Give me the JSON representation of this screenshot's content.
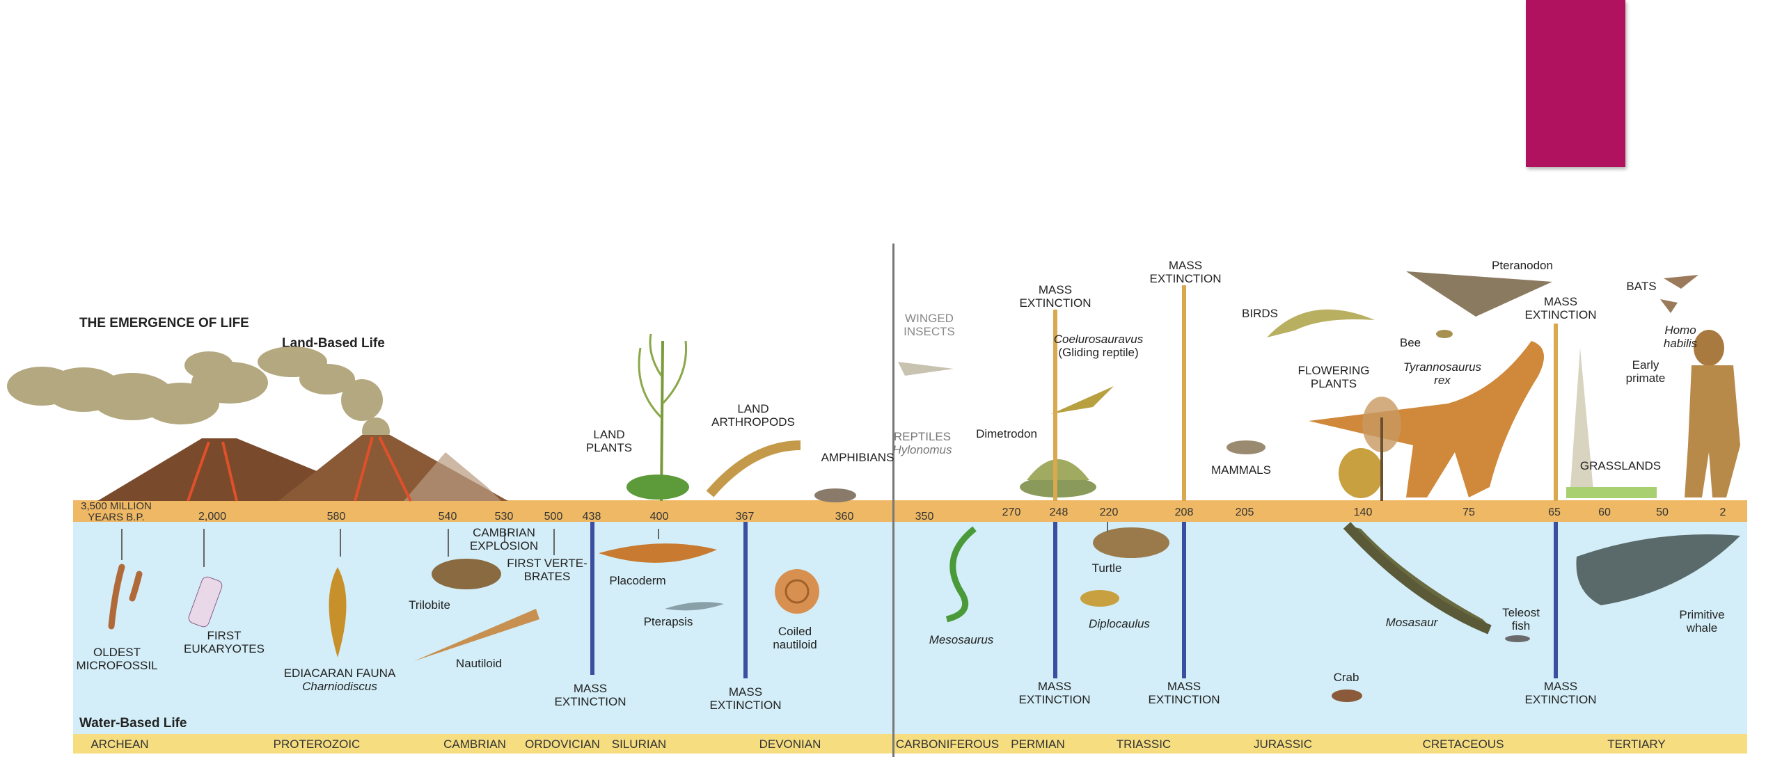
{
  "accent_color": "#b0125f",
  "colors": {
    "water": "#d3eef8",
    "timeline_band": "#eeb864",
    "era_band": "#f5dd80",
    "extinction_line": "#3b4fa0",
    "extinction_line_land": "#d9a84f"
  },
  "title": "THE EMERGENCE OF LIFE",
  "land_heading": "Land-Based Life",
  "water_heading": "Water-Based Life",
  "timeline": {
    "start_label_1": "3,500 MILLION",
    "start_label_2": "YEARS B.P.",
    "ticks": [
      "2,000",
      "580",
      "540",
      "530",
      "500",
      "438",
      "400",
      "367",
      "360",
      "350",
      "270",
      "248",
      "220",
      "208",
      "205",
      "140",
      "75",
      "65",
      "60",
      "50",
      "2"
    ]
  },
  "eras": [
    "ARCHEAN",
    "PROTEROZOIC",
    "CAMBRIAN",
    "ORDOVICIAN",
    "SILURIAN",
    "DEVONIAN",
    "CARBONIFEROUS",
    "PERMIAN",
    "TRIASSIC",
    "JURASSIC",
    "CRETACEOUS",
    "TERTIARY"
  ],
  "land_labels": {
    "land_plants_1": "LAND",
    "land_plants_2": "PLANTS",
    "land_arthropods_1": "LAND",
    "land_arthropods_2": "ARTHROPODS",
    "amphibians": "AMPHIBIANS",
    "winged_insects_1": "WINGED",
    "winged_insects_2": "INSECTS",
    "reptiles": "REPTILES",
    "hylonomus": "Hylonomus",
    "dimetrodon": "Dimetrodon",
    "mass_ext_1a": "MASS",
    "mass_ext_1b": "EXTINCTION",
    "coelurosauravus": "Coelurosauravus",
    "gliding_reptile": "(Gliding reptile)",
    "mass_ext_2a": "MASS",
    "mass_ext_2b": "EXTINCTION",
    "mammals": "MAMMALS",
    "birds": "BIRDS",
    "flowering_plants_1": "FLOWERING",
    "flowering_plants_2": "PLANTS",
    "pteranodon": "Pteranodon",
    "bee": "Bee",
    "tyrannosaurus": "Tyrannosaurus",
    "rex": "rex",
    "mass_ext_3a": "MASS",
    "mass_ext_3b": "EXTINCTION",
    "bats": "BATS",
    "homo": "Homo",
    "habilis": "habilis",
    "early_primate_1": "Early",
    "early_primate_2": "primate",
    "grasslands": "GRASSLANDS"
  },
  "water_labels": {
    "oldest_microfossil_1": "OLDEST",
    "oldest_microfossil_2": "MICROFOSSIL",
    "first_eukaryotes_1": "FIRST",
    "first_eukaryotes_2": "EUKARYOTES",
    "ediacaran_1": "EDIACARAN FAUNA",
    "ediacaran_2": "Charniodiscus",
    "trilobite": "Trilobite",
    "cambrian_explosion_1": "CAMBRIAN",
    "cambrian_explosion_2": "EXPLOSION",
    "first_vertebrates_1": "FIRST VERTE-",
    "first_vertebrates_2": "BRATES",
    "nautiloid": "Nautiloid",
    "placoderm": "Placoderm",
    "pterapsis": "Pterapsis",
    "coiled_nautiloid_1": "Coiled",
    "coiled_nautiloid_2": "nautiloid",
    "mass_ext_a1": "MASS",
    "mass_ext_a2": "EXTINCTION",
    "mass_ext_b1": "MASS",
    "mass_ext_b2": "EXTINCTION",
    "mesosaurus": "Mesosaurus",
    "turtle": "Turtle",
    "diplocaulus": "Diplocaulus",
    "mass_ext_c1": "MASS",
    "mass_ext_c2": "EXTINCTION",
    "mass_ext_d1": "MASS",
    "mass_ext_d2": "EXTINCTION",
    "crab": "Crab",
    "mosasaur": "Mosasaur",
    "teleost_1": "Teleost",
    "teleost_2": "fish",
    "mass_ext_e1": "MASS",
    "mass_ext_e2": "EXTINCTION",
    "primitive_whale_1": "Primitive",
    "primitive_whale_2": "whale"
  }
}
